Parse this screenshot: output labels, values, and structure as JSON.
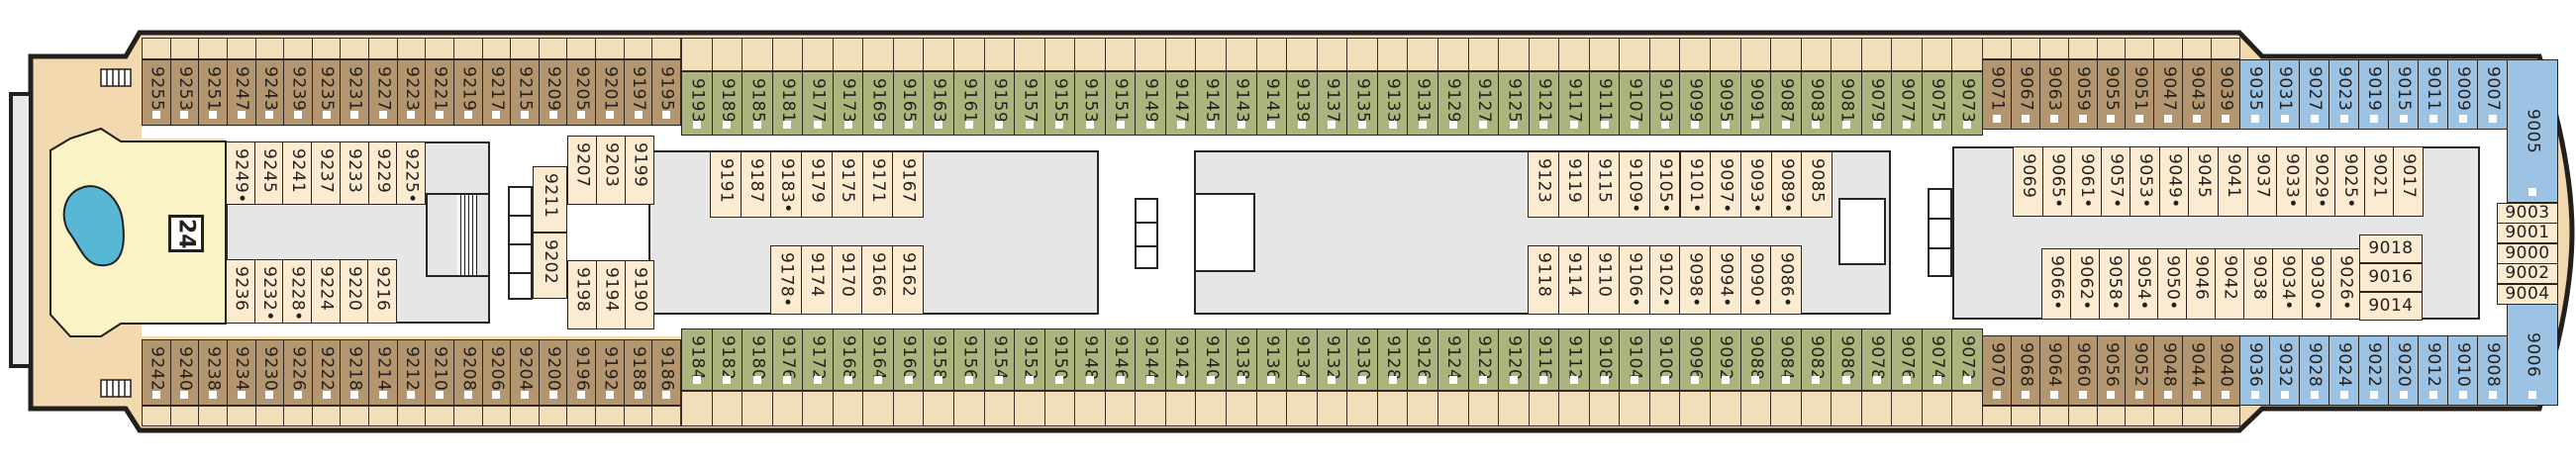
{
  "deck": {
    "number": "24"
  },
  "colors": {
    "category_brown": "#b39670",
    "category_green": "#aab47c",
    "category_blue": "#9cc3e4",
    "inside_cabin": "#fbebd0",
    "balcony": "#f3deba",
    "corridor_grey": "#e6e6e6",
    "sun_deck": "#faf3c6",
    "pool": "#58b7d4",
    "hull": "#231f1c"
  },
  "cabins": {
    "top_aft_brown": [
      "9255",
      "9253",
      "9251",
      "9247",
      "9243",
      "9239",
      "9235",
      "9231",
      "9227",
      "9223",
      "9221",
      "9219",
      "9217",
      "9215",
      "9209",
      "9205",
      "9201",
      "9197",
      "9195"
    ],
    "top_green": [
      "9193",
      "9189",
      "9185",
      "9181",
      "9177",
      "9173",
      "9169",
      "9165",
      "9163",
      "9161",
      "9159",
      "9157",
      "9155",
      "9153",
      "9151",
      "9149",
      "9147",
      "9145",
      "9143",
      "9141",
      "9139",
      "9137",
      "9135",
      "9133",
      "9131",
      "9129",
      "9127",
      "9125",
      "9121",
      "9117",
      "9111",
      "9107",
      "9103",
      "9099",
      "9095",
      "9091",
      "9087",
      "9083",
      "9081",
      "9079",
      "9077",
      "9075",
      "9073"
    ],
    "top_fwd_brown": [
      "9071",
      "9067",
      "9063",
      "9059",
      "9055",
      "9051",
      "9047",
      "9043",
      "9039"
    ],
    "top_blue": [
      "9035",
      "9031",
      "9027",
      "9023",
      "9019",
      "9015",
      "9011",
      "9009",
      "9007"
    ],
    "bow_top": "9005",
    "bow_bottom": "9006",
    "bow_center": [
      "9003",
      "9001",
      "9000",
      "9002",
      "9004"
    ],
    "bottom_aft_brown": [
      "9242",
      "9240",
      "9238",
      "9234",
      "9230",
      "9226",
      "9222",
      "9218",
      "9214",
      "9212",
      "9210",
      "9208",
      "9206",
      "9204",
      "9200",
      "9196",
      "9192",
      "9188",
      "9186"
    ],
    "bottom_green": [
      "9184",
      "9182",
      "9180",
      "9176",
      "9172",
      "9168",
      "9164",
      "9160",
      "9158",
      "9156",
      "9154",
      "9152",
      "9150",
      "9148",
      "9146",
      "9144",
      "9142",
      "9140",
      "9138",
      "9136",
      "9134",
      "9132",
      "9130",
      "9128",
      "9126",
      "9124",
      "9122",
      "9120",
      "9116",
      "9112",
      "9108",
      "9104",
      "9100",
      "9096",
      "9092",
      "9088",
      "9084",
      "9082",
      "9080",
      "9078",
      "9076",
      "9074",
      "9072"
    ],
    "bottom_fwd_brown": [
      "9070",
      "9068",
      "9064",
      "9060",
      "9056",
      "9052",
      "9048",
      "9044",
      "9040"
    ],
    "bottom_blue": [
      "9036",
      "9032",
      "9028",
      "9024",
      "9022",
      "9020",
      "9012",
      "9010",
      "9008"
    ],
    "inner_aft_top": [
      "9249•",
      "9245",
      "9241",
      "9237",
      "9233",
      "9229",
      "9225•"
    ],
    "inner_aft_bottom": [
      "9236",
      "9232•",
      "9228•",
      "9224",
      "9220",
      "9216"
    ],
    "inner_aft_center": [
      "9211",
      "9202"
    ],
    "inner_aft2_top": [
      "9207",
      "9203",
      "9199"
    ],
    "inner_aft2_bottom": [
      "9198",
      "9194",
      "9190"
    ],
    "inner_mid_top": [
      "9191",
      "9187",
      "9183•",
      "9179",
      "9175",
      "9171",
      "9167"
    ],
    "inner_mid_bottom": [
      "9178•",
      "9174",
      "9170",
      "9166",
      "9162"
    ],
    "inner_mid2_top": [
      "9123",
      "9119",
      "9115",
      "9109•",
      "9105•",
      "9101•",
      "9097•",
      "9093•",
      "9089•",
      "9085"
    ],
    "inner_mid2_bottom": [
      "9118",
      "9114",
      "9110",
      "9106•",
      "9102•",
      "9098•",
      "9094•",
      "9090•",
      "9086•"
    ],
    "inner_fwd_top": [
      "9069",
      "9065•",
      "9061•",
      "9057•",
      "9053•",
      "9049•",
      "9045",
      "9041",
      "9037",
      "9033•",
      "9029•",
      "9025•",
      "9021",
      "9017"
    ],
    "inner_fwd_bottom": [
      "9066•",
      "9062•",
      "9058•",
      "9054•",
      "9050•",
      "9046",
      "9042",
      "9038",
      "9034•",
      "9030•",
      "9026•"
    ],
    "inner_fwd_stack": [
      "9018",
      "9016",
      "9014"
    ]
  }
}
